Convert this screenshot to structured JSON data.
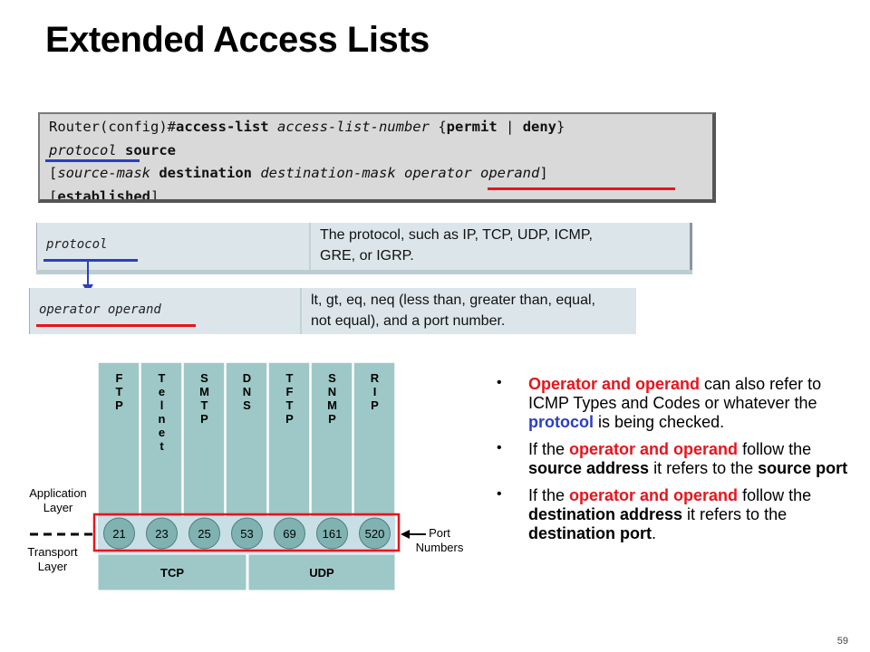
{
  "slide": {
    "title": "Extended Access Lists",
    "page_number": "59"
  },
  "command": {
    "line1": {
      "prompt": "Router(config)#",
      "kw1": "access-list",
      "arg1": "access-list-number",
      "brace_open": "{",
      "kw_permit": "permit",
      "pipe": "|",
      "kw_deny": "deny",
      "brace_close": "}"
    },
    "line2": {
      "arg_protocol": "protocol",
      "kw_source": "source"
    },
    "line3": {
      "bracket_open": "[",
      "arg_source_mask": "source-mask",
      "kw_destination": "destination",
      "arg_dest_mask": "destination-mask",
      "arg_operator": "operator operand",
      "bracket_close": "]"
    },
    "line4": {
      "bracket_open": "[",
      "kw_established": "established",
      "bracket_close": "]"
    }
  },
  "param_tables": [
    {
      "param": "protocol",
      "description_line1": "The protocol, such as IP, TCP, UDP, ICMP,",
      "description_line2": "GRE, or IGRP."
    },
    {
      "param": "operator operand",
      "description_line1": "lt, gt, eq, neq (less than, greater than, equal,",
      "description_line2": "not equal), and a port number."
    }
  ],
  "diagram": {
    "applications": [
      {
        "letters": [
          "F",
          "T",
          "P"
        ]
      },
      {
        "letters": [
          "T",
          "e",
          "l",
          "n",
          "e",
          "t"
        ]
      },
      {
        "letters": [
          "S",
          "M",
          "T",
          "P"
        ]
      },
      {
        "letters": [
          "D",
          "N",
          "S"
        ]
      },
      {
        "letters": [
          "T",
          "F",
          "T",
          "P"
        ]
      },
      {
        "letters": [
          "S",
          "N",
          "M",
          "P"
        ]
      },
      {
        "letters": [
          "R",
          "I",
          "P"
        ]
      }
    ],
    "ports": [
      "21",
      "23",
      "25",
      "53",
      "69",
      "161",
      "520"
    ],
    "transport": [
      "TCP",
      "UDP"
    ],
    "labels": {
      "application_layer_1": "Application",
      "application_layer_2": "Layer",
      "transport_layer_1": "Transport",
      "transport_layer_2": "Layer",
      "port_numbers_1": "Port",
      "port_numbers_2": "Numbers"
    },
    "colors": {
      "teal": "#9ec8c7",
      "teal_dark": "#7fb2b1",
      "bar": "#c9dfe6",
      "highlight": "#e8141b"
    }
  },
  "bullets": [
    {
      "p1": "Operator and operand",
      "p2": " can also refer to ICMP Types and Codes or whatever the ",
      "p3": "protocol",
      "p4": " is being checked."
    },
    {
      "p1": "If the ",
      "p2": "operator and operand",
      "p3": " follow the ",
      "p4": "source address",
      "p5": " it refers to the ",
      "p6": "source port"
    },
    {
      "p1": "If the ",
      "p2": "operator and operand",
      "p3": " follow the ",
      "p4": "destination address",
      "p5": " it refers to the ",
      "p6": "destination port",
      "p7": "."
    }
  ],
  "bullet_glyph": "•"
}
